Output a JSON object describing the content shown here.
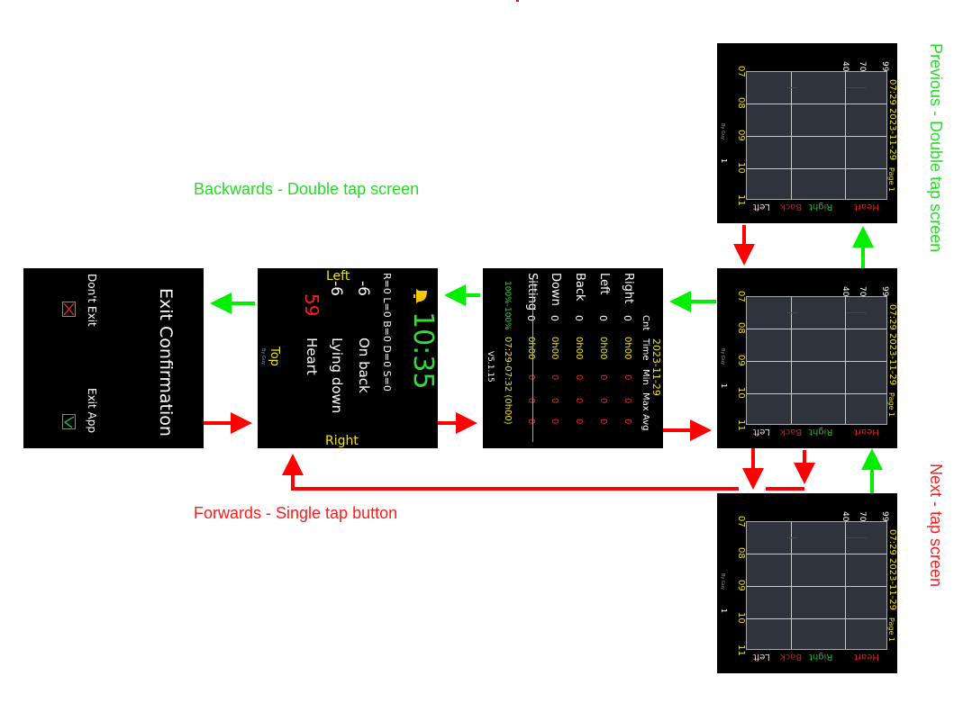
{
  "labels": {
    "backwards": "Backwards - Double tap screen",
    "forwards": "Forwards - Single tap button",
    "previous": "Previous - Double tap screen",
    "next": "Next  - tap screen"
  },
  "exit_screen": {
    "title": "Exit Confirmation",
    "dont_exit": "Don't Exit",
    "exit_app": "Exit App"
  },
  "clock_screen": {
    "time": "10:35",
    "counts": "R=0 L=0 B=0 D=0 S=0",
    "angle1": "-6",
    "pos1": "On back",
    "angle2": "-6",
    "pos2": "Lying down",
    "heart_value": "59",
    "heart_label": "Heart",
    "top": "Top",
    "by": "By Guy",
    "left": "Left",
    "right": "Right"
  },
  "stats_screen": {
    "date": "2023-11-29",
    "headers": [
      "Cnt",
      "Time",
      "Min",
      "Max",
      "Avg"
    ],
    "rows": [
      {
        "name": "Right",
        "cnt": "0",
        "time": "0h00",
        "min": "0",
        "max": "0",
        "avg": "0"
      },
      {
        "name": "Left",
        "cnt": "0",
        "time": "0h00",
        "min": "0",
        "max": "0",
        "avg": "0"
      },
      {
        "name": "Back",
        "cnt": "0",
        "time": "0h00",
        "min": "0",
        "max": "0",
        "avg": "0"
      },
      {
        "name": "Down",
        "cnt": "0",
        "time": "0h00",
        "min": "0",
        "max": "0",
        "avg": "0"
      },
      {
        "name": "Sitting",
        "cnt": "0",
        "time": "0h00",
        "min": "0",
        "max": "0",
        "avg": "0"
      }
    ],
    "battery": "100%-100%",
    "range": "07:29-07:32 (0h00)",
    "version": "V5.1.15"
  },
  "chart_screen": {
    "header": "07:29 2023-11-29",
    "page": "Page 1",
    "scale": [
      "40",
      "70",
      "99"
    ],
    "times": [
      "07",
      "08",
      "09",
      "10",
      "11"
    ],
    "by": "By Guy",
    "page_num": "1",
    "legend": [
      "Left",
      "Back",
      "Right",
      "Heart"
    ]
  },
  "colors": {
    "forward": "#ff0000",
    "backward": "#00ee00"
  }
}
